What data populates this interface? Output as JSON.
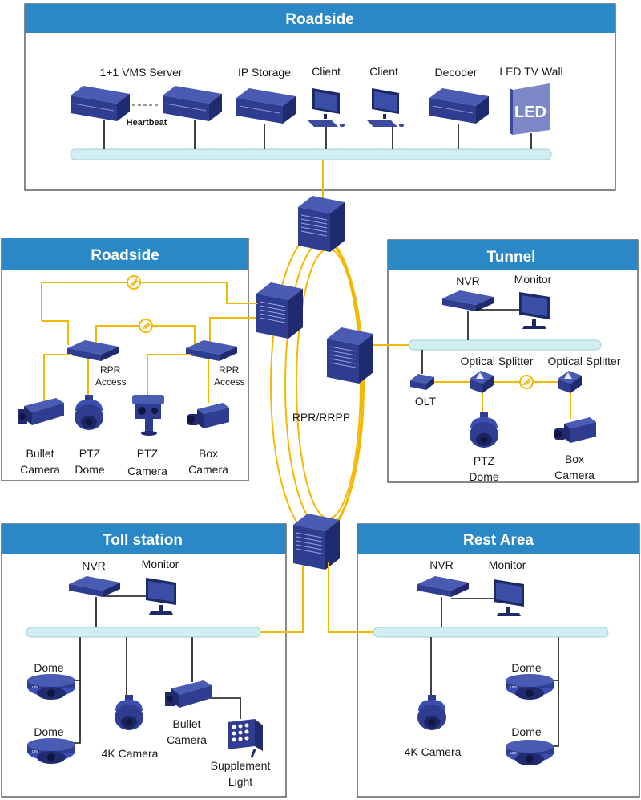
{
  "colors": {
    "header": "#2a88c6",
    "device": "#2e3d8f",
    "fiber": "#f5b800",
    "bus": "#d3eef3"
  },
  "top_roadside": {
    "title": "Roadside",
    "vms_label": "1+1 VMS Server",
    "heartbeat": "Heartbeat",
    "storage_label": "IP Storage",
    "client1_label": "Client",
    "client2_label": "Client",
    "decoder_label": "Decoder",
    "led_label": "LED TV Wall",
    "led_text": "LED"
  },
  "left_roadside": {
    "title": "Roadside",
    "rpr_access_1": [
      "RPR",
      "Access"
    ],
    "rpr_access_2": [
      "RPR",
      "Access"
    ],
    "cam1": [
      "Bullet",
      "Camera"
    ],
    "cam2": [
      "PTZ",
      "Dome"
    ],
    "cam3": [
      "PTZ",
      "Camera"
    ],
    "cam4": [
      "Box",
      "Camera"
    ]
  },
  "ring_label": "RPR/RRPP",
  "tunnel": {
    "title": "Tunnel",
    "nvr_label": "NVR",
    "monitor_label": "Monitor",
    "olt_label": "OLT",
    "splitter1_label": "Optical Splitter",
    "splitter2_label": "Optical Splitter",
    "cam1": [
      "PTZ",
      "Dome"
    ],
    "cam2": [
      "Box",
      "Camera"
    ]
  },
  "toll": {
    "title": "Toll station",
    "nvr_label": "NVR",
    "monitor_label": "Monitor",
    "dome1_label": "Dome",
    "dome2_label": "Dome",
    "cam4k_label": "4K Camera",
    "bullet": [
      "Bullet",
      "Camera"
    ],
    "light": [
      "Supplement",
      "Light"
    ]
  },
  "rest": {
    "title": "Rest Area",
    "nvr_label": "NVR",
    "monitor_label": "Monitor",
    "cam4k_label": "4K Camera",
    "dome1_label": "Dome",
    "dome2_label": "Dome"
  }
}
